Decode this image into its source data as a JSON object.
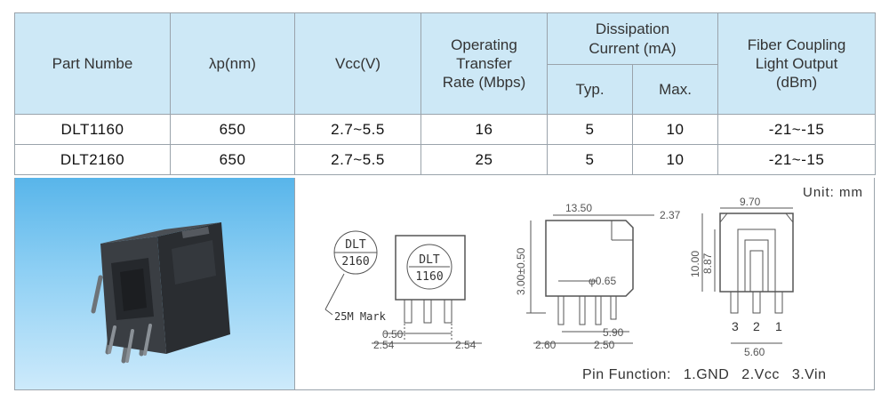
{
  "table": {
    "headers": {
      "part": "Part Numbe",
      "wavelength": "λp(nm)",
      "vcc": "Vcc(V)",
      "rate_line1": "Operating",
      "rate_line2": "Transfer",
      "rate_line3": "Rate (Mbps)",
      "dissipation_line1": "Dissipation",
      "dissipation_line2": "Current (mA)",
      "typ": "Typ.",
      "max": "Max.",
      "fiber_line1": "Fiber Coupling",
      "fiber_line2": "Light Output",
      "fiber_line3": "(dBm)"
    },
    "rows": [
      {
        "part": "DLT1160",
        "wavelength": "650",
        "vcc": "2.7~5.5",
        "rate": "16",
        "typ": "5",
        "max": "10",
        "fiber": "-21~-15"
      },
      {
        "part": "DLT2160",
        "wavelength": "650",
        "vcc": "2.7~5.5",
        "rate": "25",
        "typ": "5",
        "max": "10",
        "fiber": "-21~-15"
      }
    ]
  },
  "drawing": {
    "unit_label": "Unit:  mm",
    "mark_small_line1": "DLT",
    "mark_small_line2": "2160",
    "mark_large_line1": "DLT",
    "mark_large_line2": "1160",
    "mark_callout": "25M Mark",
    "dims": {
      "pitch_050": "0.50",
      "pitch_254_left": "2.54",
      "pitch_254_right": "2.54",
      "width_1350": "13.50",
      "offset_237": "2.37",
      "height_300": "3.00±0.50",
      "pin_dia": "φ0.65",
      "d_590": "5.90",
      "d_260": "2.60",
      "d_250": "2.50",
      "width_970": "9.70",
      "height_1000": "10.00",
      "height_887": "8.87",
      "d_560": "5.60"
    },
    "pin_numbers": [
      "3",
      "2",
      "1"
    ],
    "pin_function": {
      "title": "Pin Function:",
      "p1": "1.GND",
      "p2": "2.Vcc",
      "p3": "3.Vin"
    }
  },
  "colors": {
    "header_bg": "#cde8f6",
    "photo_bg_top": "#58b5ea",
    "border": "#9aa3ab"
  }
}
